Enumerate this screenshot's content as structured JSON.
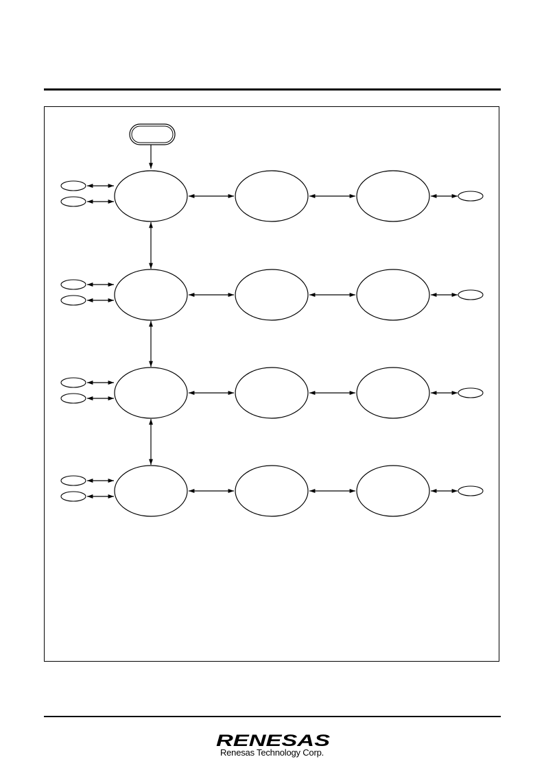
{
  "footer": {
    "brand": "RENESAS",
    "company": "Renesas Technology Corp."
  },
  "diagram": {
    "rows": 4,
    "state_columns": 3,
    "line_color": "#000000"
  }
}
